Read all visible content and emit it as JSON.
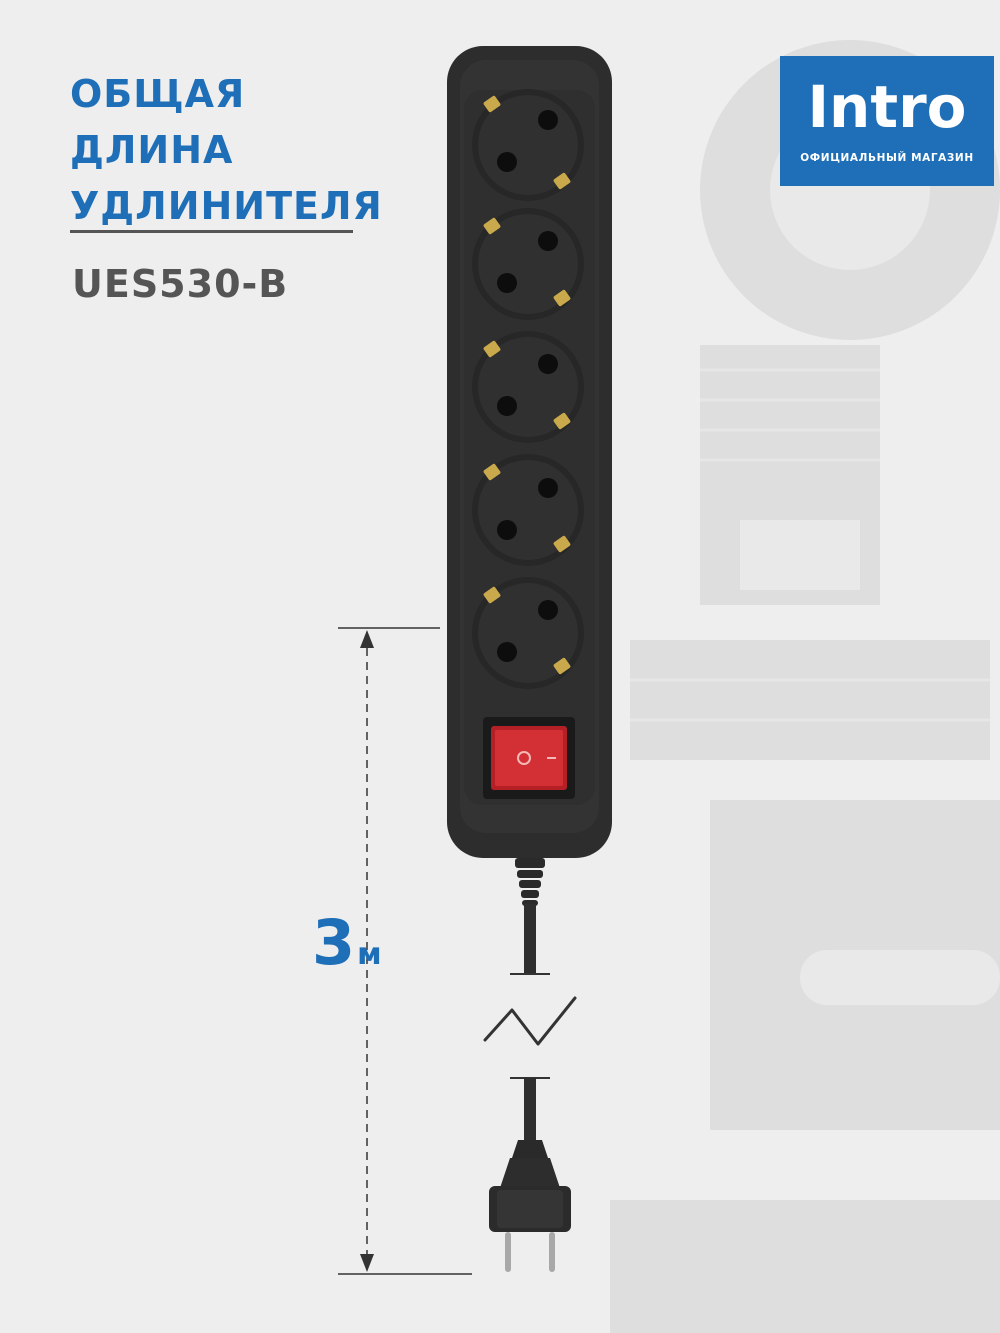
{
  "heading": {
    "line1": "ОБЩАЯ",
    "line2": "ДЛИНА",
    "line3": "УДЛИНИТЕЛЯ"
  },
  "model": "UES530-B",
  "brand": {
    "name": "Intro",
    "subtitle": "ОФИЦИАЛЬНЫЙ МАГАЗИН",
    "color": "#1e6fb8"
  },
  "dimension": {
    "value": "3",
    "unit": "м"
  },
  "product": {
    "socket_count": 5,
    "switch_symbols": [
      "O",
      "–"
    ],
    "body_color": "#2e2e2e",
    "switch_color": "#c8262b",
    "contact_color": "#c9a94b"
  }
}
